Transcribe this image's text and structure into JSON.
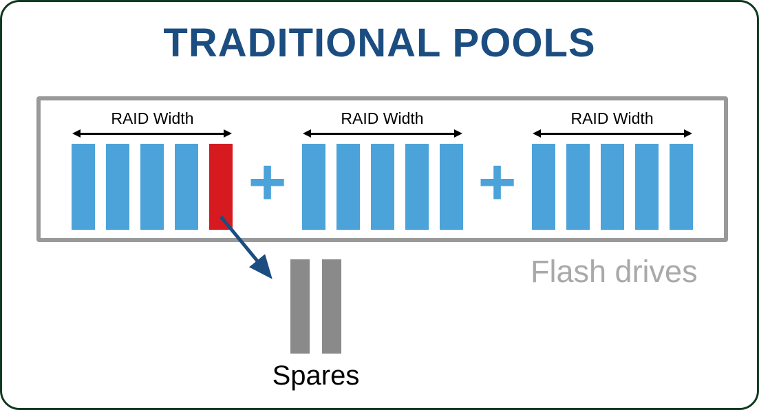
{
  "title": "TRADITIONAL POOLS",
  "pool": {
    "separator": "+",
    "groups": [
      {
        "label": "RAID Width",
        "drives": [
          "blue",
          "blue",
          "blue",
          "blue",
          "red"
        ]
      },
      {
        "label": "RAID Width",
        "drives": [
          "blue",
          "blue",
          "blue",
          "blue",
          "blue"
        ]
      },
      {
        "label": "RAID Width",
        "drives": [
          "blue",
          "blue",
          "blue",
          "blue",
          "blue"
        ]
      }
    ]
  },
  "spares": {
    "label": "Spares",
    "count": 2
  },
  "flash_drives_label": "Flash drives",
  "colors": {
    "title": "#1b4d80",
    "drive": "#4ba3d9",
    "failed_drive": "#d61a1f",
    "spare": "#8a8a8a",
    "plus": "#4ba3d9",
    "box_border": "#999999",
    "flash_label": "#a9a9a9",
    "arrow": "#1b4d80",
    "canvas_border": "#0e3a1f"
  }
}
